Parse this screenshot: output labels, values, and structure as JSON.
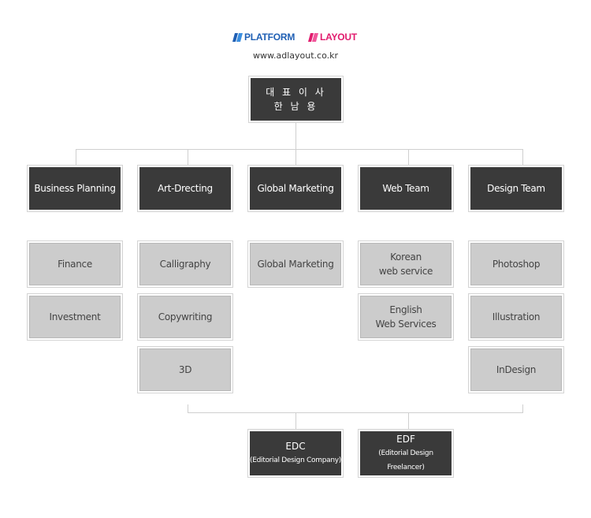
{
  "header": {
    "logo_platform": "PLATFORM",
    "logo_layout": "LAYOUT",
    "url": "www.adlayout.co.kr",
    "colors": {
      "platform": "#1f5fb4",
      "layout": "#e11b6d"
    }
  },
  "ceo": {
    "line1": "대 표 이 사",
    "line2": "한 남 용"
  },
  "departments": [
    {
      "name": "Business Planning",
      "subs": [
        [
          "Finance"
        ],
        [
          "Investment"
        ]
      ]
    },
    {
      "name": "Art-Drecting",
      "subs": [
        [
          "Calligraphy"
        ],
        [
          "Copywriting"
        ],
        [
          "3D"
        ]
      ]
    },
    {
      "name": "Global Marketing",
      "subs": [
        [
          "Global Marketing"
        ]
      ]
    },
    {
      "name": "Web Team",
      "subs": [
        [
          "Korean",
          "web service"
        ],
        [
          "English",
          "Web Services"
        ]
      ]
    },
    {
      "name": "Design Team",
      "subs": [
        [
          "Photoshop"
        ],
        [
          "Illustration"
        ],
        [
          "InDesign"
        ]
      ]
    }
  ],
  "partners": [
    {
      "name": "EDC",
      "detail": "(Editorial Design Company)"
    },
    {
      "name": "EDF",
      "detail": "(Editorial Design Freelancer)"
    }
  ]
}
